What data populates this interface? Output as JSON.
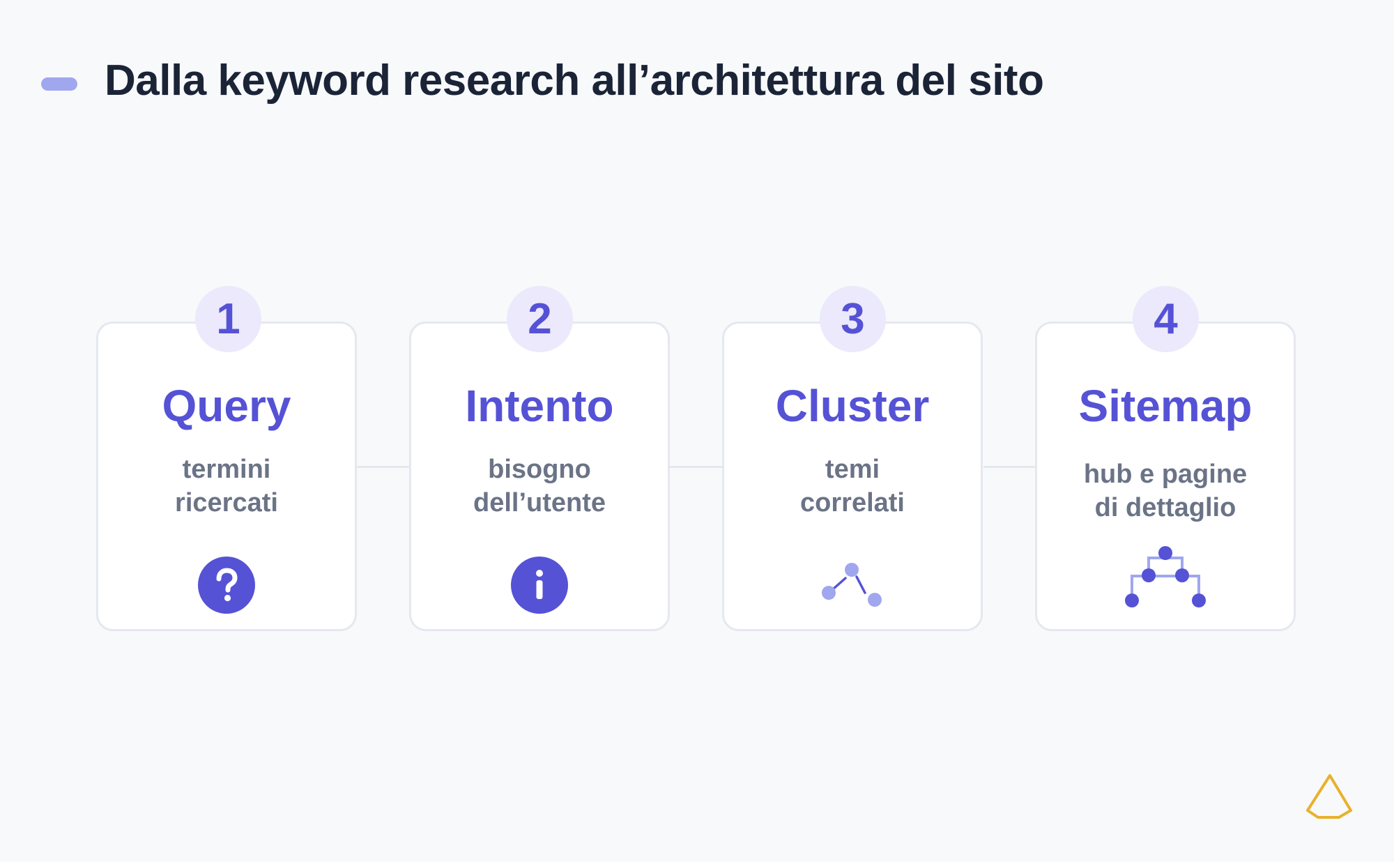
{
  "header": {
    "title": "Dalla keyword research all’architettura del sito"
  },
  "steps": [
    {
      "number": "1",
      "title": "Query",
      "subtitle_lines": [
        "termini",
        "ricercati"
      ],
      "icon": "question-circle-icon"
    },
    {
      "number": "2",
      "title": "Intento",
      "subtitle_lines": [
        "bisogno",
        "dell’utente"
      ],
      "icon": "info-circle-icon"
    },
    {
      "number": "3",
      "title": "Cluster",
      "subtitle_lines": [
        "temi",
        "correlati"
      ],
      "icon": "cluster-nodes-icon"
    },
    {
      "number": "4",
      "title": "Sitemap",
      "subtitle_lines": [
        "hub e pagine",
        "di dettaglio"
      ],
      "icon": "sitemap-tree-icon"
    }
  ],
  "colors": {
    "background": "#f8f9fb",
    "accent": "#5552d6",
    "accent_light": "#a0a7ee",
    "badge_bg": "#ebe9fb",
    "title": "#1b2437",
    "subtitle": "#6b7386",
    "logo": "#e8b12c"
  },
  "logo": {
    "icon": "triangle-logo-icon"
  }
}
